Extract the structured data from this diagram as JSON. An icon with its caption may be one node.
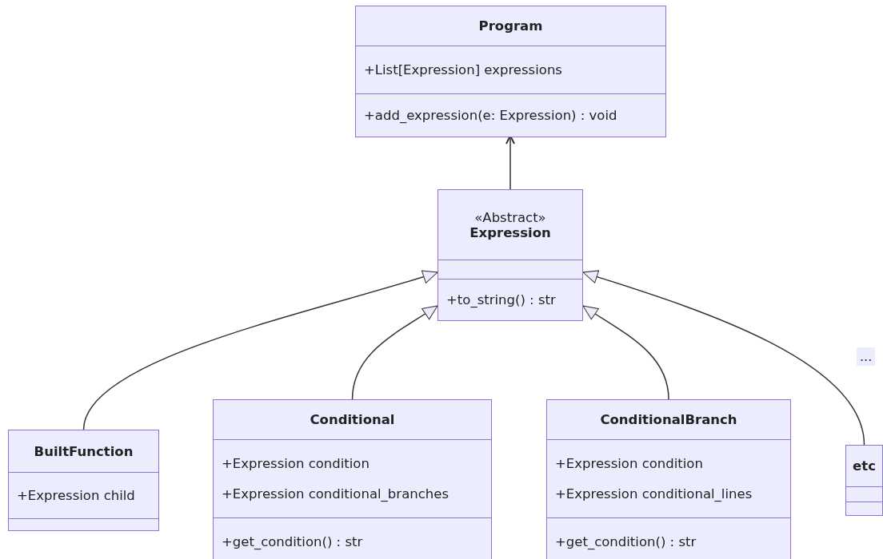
{
  "diagram": {
    "nodes": [
      {
        "text": [
          "Program",
          "+List[Expression] expressions",
          "+add_expression(e: Expression) : void"
        ]
      },
      {
        "text": [
          "«Abstract»",
          "Expression",
          "+to_string() : str"
        ]
      },
      {
        "text": [
          "BuiltFunction",
          "+Expression child"
        ]
      },
      {
        "text": [
          "Conditional",
          "+Expression condition",
          "+Expression conditional_branches",
          "+get_condition() : str"
        ]
      },
      {
        "text": [
          "ConditionalBranch",
          "+Expression condition",
          "+Expression conditional_lines",
          "+get_condition() : str"
        ]
      },
      {
        "text": [
          "etc"
        ]
      }
    ],
    "edges": [
      {
        "from": 1,
        "to": 0,
        "arrow": "to"
      },
      {
        "from": 2,
        "to": 1,
        "arrow": "to"
      },
      {
        "from": 3,
        "to": 1,
        "arrow": "to"
      },
      {
        "from": 4,
        "to": 1,
        "arrow": "to"
      },
      {
        "from": 5,
        "to": 1,
        "arrow": "to"
      }
    ],
    "labels": [
      "..."
    ]
  }
}
